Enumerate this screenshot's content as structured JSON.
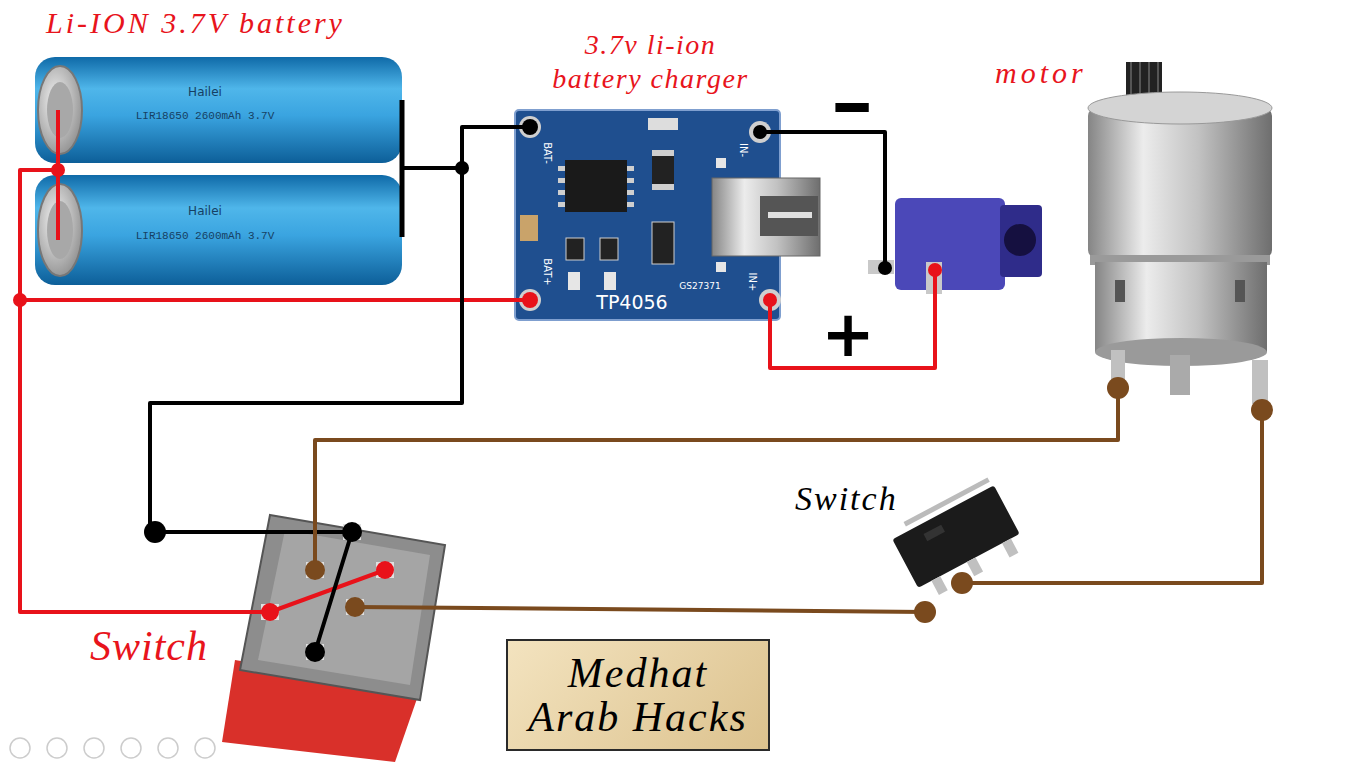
{
  "diagram": {
    "nodes": [
      {
        "text": [
          "Medhat Arab Hacks"
        ]
      }
    ],
    "labels": [
      "Li-ION 3.7V battery",
      "Hailei",
      "LIR18650 2600mAh 3.7V",
      "Hailei",
      "LIR18650 2600mAh 3.7V",
      "3.7v li-ion battery charger",
      "BAT-",
      "BAT+",
      "IN-",
      "IN+",
      "TP4056",
      "GS27371",
      "-",
      "+",
      "motor",
      "Switch",
      "Switch"
    ]
  }
}
